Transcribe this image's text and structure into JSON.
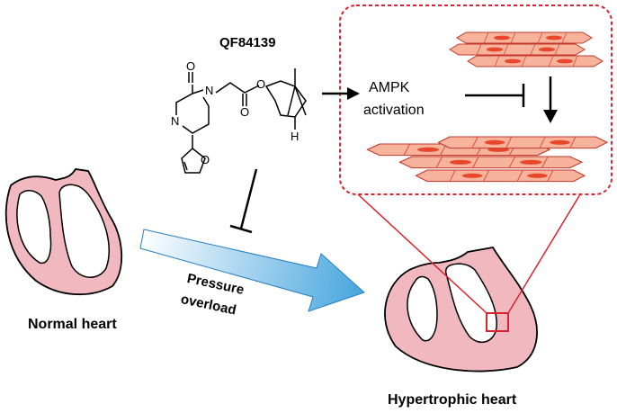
{
  "compound": {
    "name": "QF84139",
    "atoms": {
      "o1": "O",
      "n1": "N",
      "n2": "N",
      "o_ester": "O",
      "o_carbonyl": "O",
      "o_furan": "O",
      "h": "H"
    }
  },
  "labels": {
    "ampk": "AMPK",
    "activation": "activation",
    "pressure": "Pressure",
    "overload": "overload",
    "normal_heart": "Normal heart",
    "hypertrophic_heart": "Hypertrophic heart"
  },
  "colors": {
    "heart_fill": "#f2b8bf",
    "heart_stroke": "#000000",
    "cell_fill": "#f7b39b",
    "cell_stroke": "#c0392b",
    "nucleus": "#e8472c",
    "callout": "#d9232e",
    "arrow_start": "#ffffff",
    "arrow_end": "#4aa7df"
  }
}
